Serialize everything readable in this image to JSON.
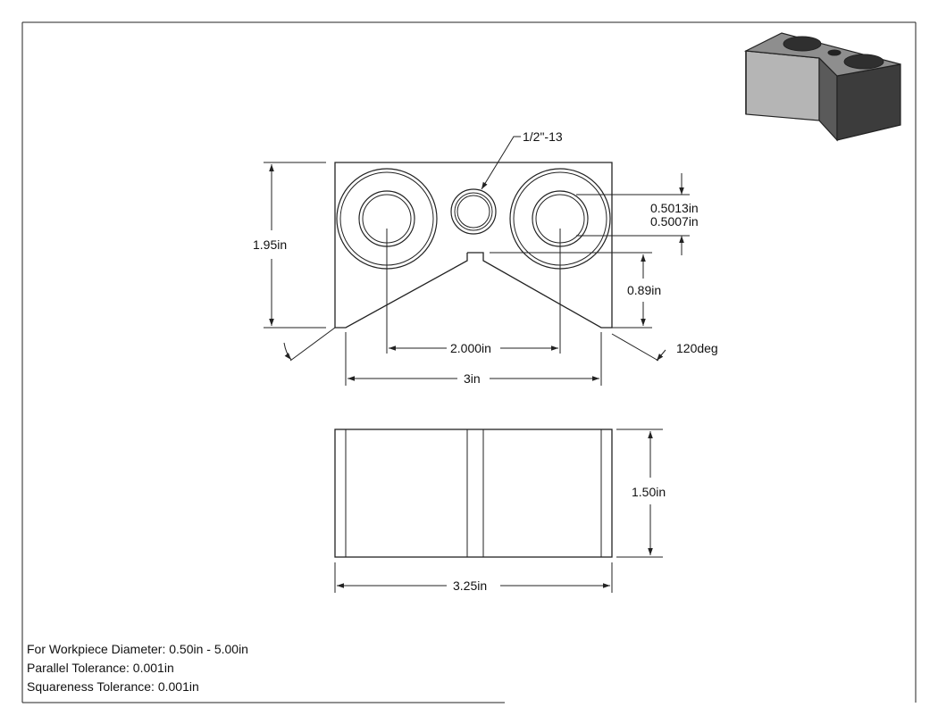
{
  "dimensions": {
    "thread_callout": "1/2\"-13",
    "bore_upper": "0.5013in",
    "bore_lower": "0.5007in",
    "height": "1.95in",
    "vee_depth": "0.89in",
    "bore_spacing": "2.000in",
    "vee_angle": "120deg",
    "width_bottom": "3in",
    "depth": "1.50in",
    "overall_width": "3.25in"
  },
  "notes": [
    "For Workpiece Diameter: 0.50in - 5.00in",
    "Parallel Tolerance: 0.001in",
    "Squareness Tolerance: 0.001in"
  ],
  "colors": {
    "line": "#222222",
    "iso_dark": "#3c3c3c",
    "iso_mid": "#8a8a8a",
    "iso_light": "#b5b5b5"
  }
}
